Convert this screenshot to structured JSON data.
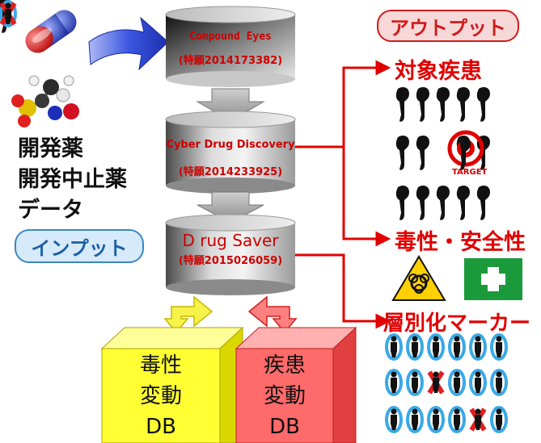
{
  "input": {
    "label_lines": [
      "開発薬",
      "開発中止薬",
      "データ"
    ],
    "pill_label": "インプット"
  },
  "output": {
    "pill_label": "アウトプット",
    "sections": [
      {
        "title": "対象疾患"
      },
      {
        "title": "毒性・安全性"
      },
      {
        "title": "層別化マーカー"
      }
    ],
    "target_label": "TARGET"
  },
  "systems": [
    {
      "name": "Compound Eyes",
      "patent": "(特願2014173382)"
    },
    {
      "name": "Cyber Drug Discovery",
      "patent": "(特願2014233925)"
    },
    {
      "name": "D rug Saver",
      "patent": "(特願2015026059)"
    }
  ],
  "databases": [
    {
      "lines": [
        "毒性",
        "変動",
        "DB"
      ],
      "color": "#ffff33"
    },
    {
      "lines": [
        "疾患",
        "変動",
        "DB"
      ],
      "color": "#ff6a6a"
    }
  ],
  "colors": {
    "accent_red": "#e00000",
    "input_blue": "#1c5fa5",
    "arrow_blue": "#1f3ccf",
    "hazard_yellow": "#ffd000",
    "safety_green": "#1b9a3c"
  }
}
